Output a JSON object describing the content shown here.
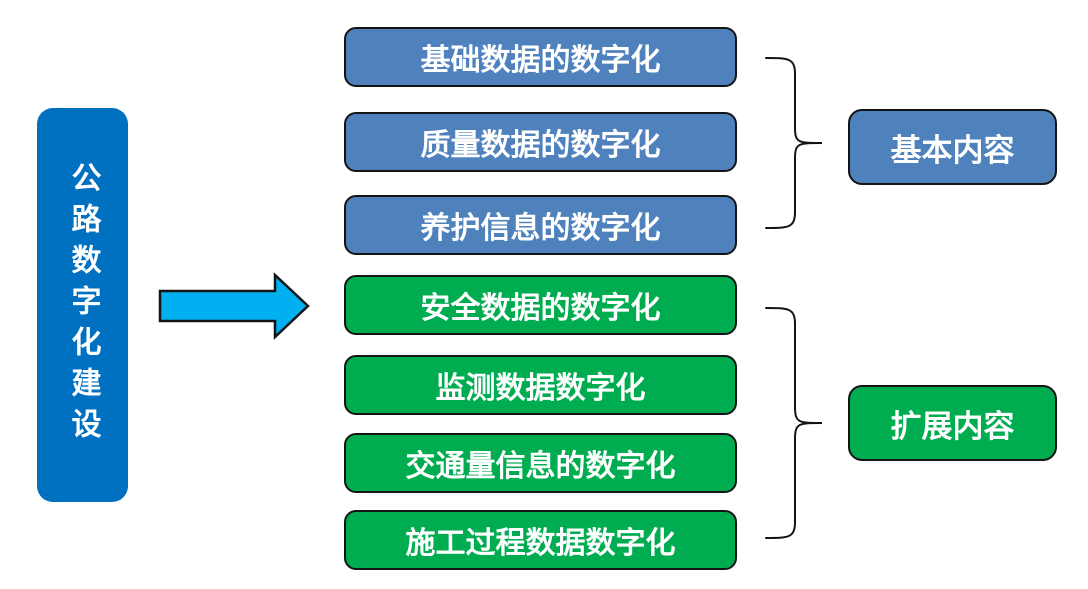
{
  "diagram": {
    "title": "公路数字化建设 diagram",
    "root": {
      "label": "公路数字化建设"
    },
    "items": [
      {
        "label": "基础数据的数字化",
        "group": "基本内容"
      },
      {
        "label": "质量数据的数字化",
        "group": "基本内容"
      },
      {
        "label": "养护信息的数字化",
        "group": "基本内容"
      },
      {
        "label": "安全数据的数字化",
        "group": "扩展内容"
      },
      {
        "label": "监测数据数字化",
        "group": "扩展内容"
      },
      {
        "label": "交通量信息的数字化",
        "group": "扩展内容"
      },
      {
        "label": "施工过程数据数字化",
        "group": "扩展内容"
      }
    ],
    "groups": [
      {
        "label": "基本内容"
      },
      {
        "label": "扩展内容"
      }
    ],
    "colors": {
      "root_box_fill": "#0070C0",
      "basic_fill": "#4F81BD",
      "extended_fill": "#00AC50",
      "arrow_fill": "#00B0F0",
      "outline": "#141414",
      "text": "#FFFFFF",
      "background": "#FFFFFF"
    }
  }
}
